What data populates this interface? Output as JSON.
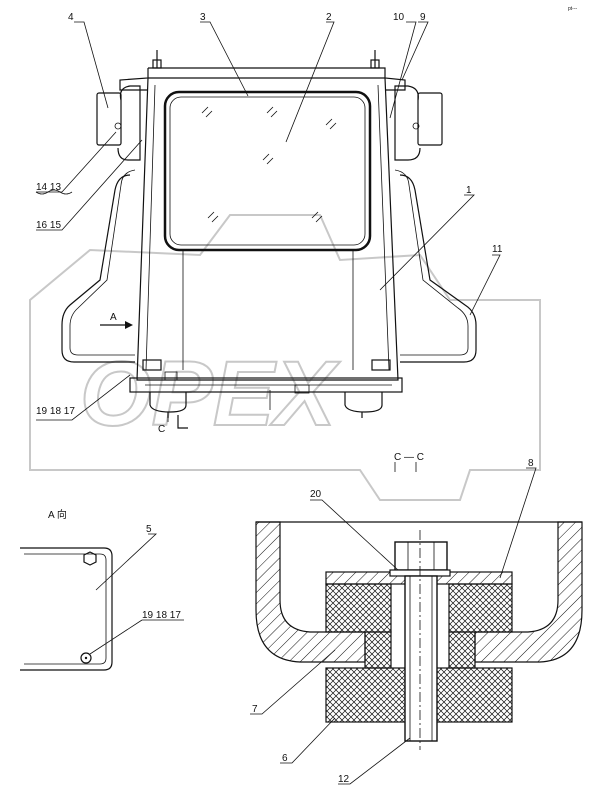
{
  "watermark": {
    "text": "OPEX"
  },
  "corner_mark": "pt---",
  "callouts": {
    "c1": "1",
    "c2": "2",
    "c3": "3",
    "c4": "4",
    "c5": "5",
    "c6": "6",
    "c7": "7",
    "c8": "8",
    "c9": "9",
    "c10": "10",
    "c11": "11",
    "c12": "12",
    "c14_13": "14  13",
    "c16_15": "16  15",
    "c19_18_17": "19  18  17",
    "c19_18_17_b": "19  18  17",
    "c20": "20"
  },
  "views": {
    "view_a_marker": "A",
    "view_a_title": "A 向",
    "section_marker": "C",
    "section_title": "C — C"
  }
}
